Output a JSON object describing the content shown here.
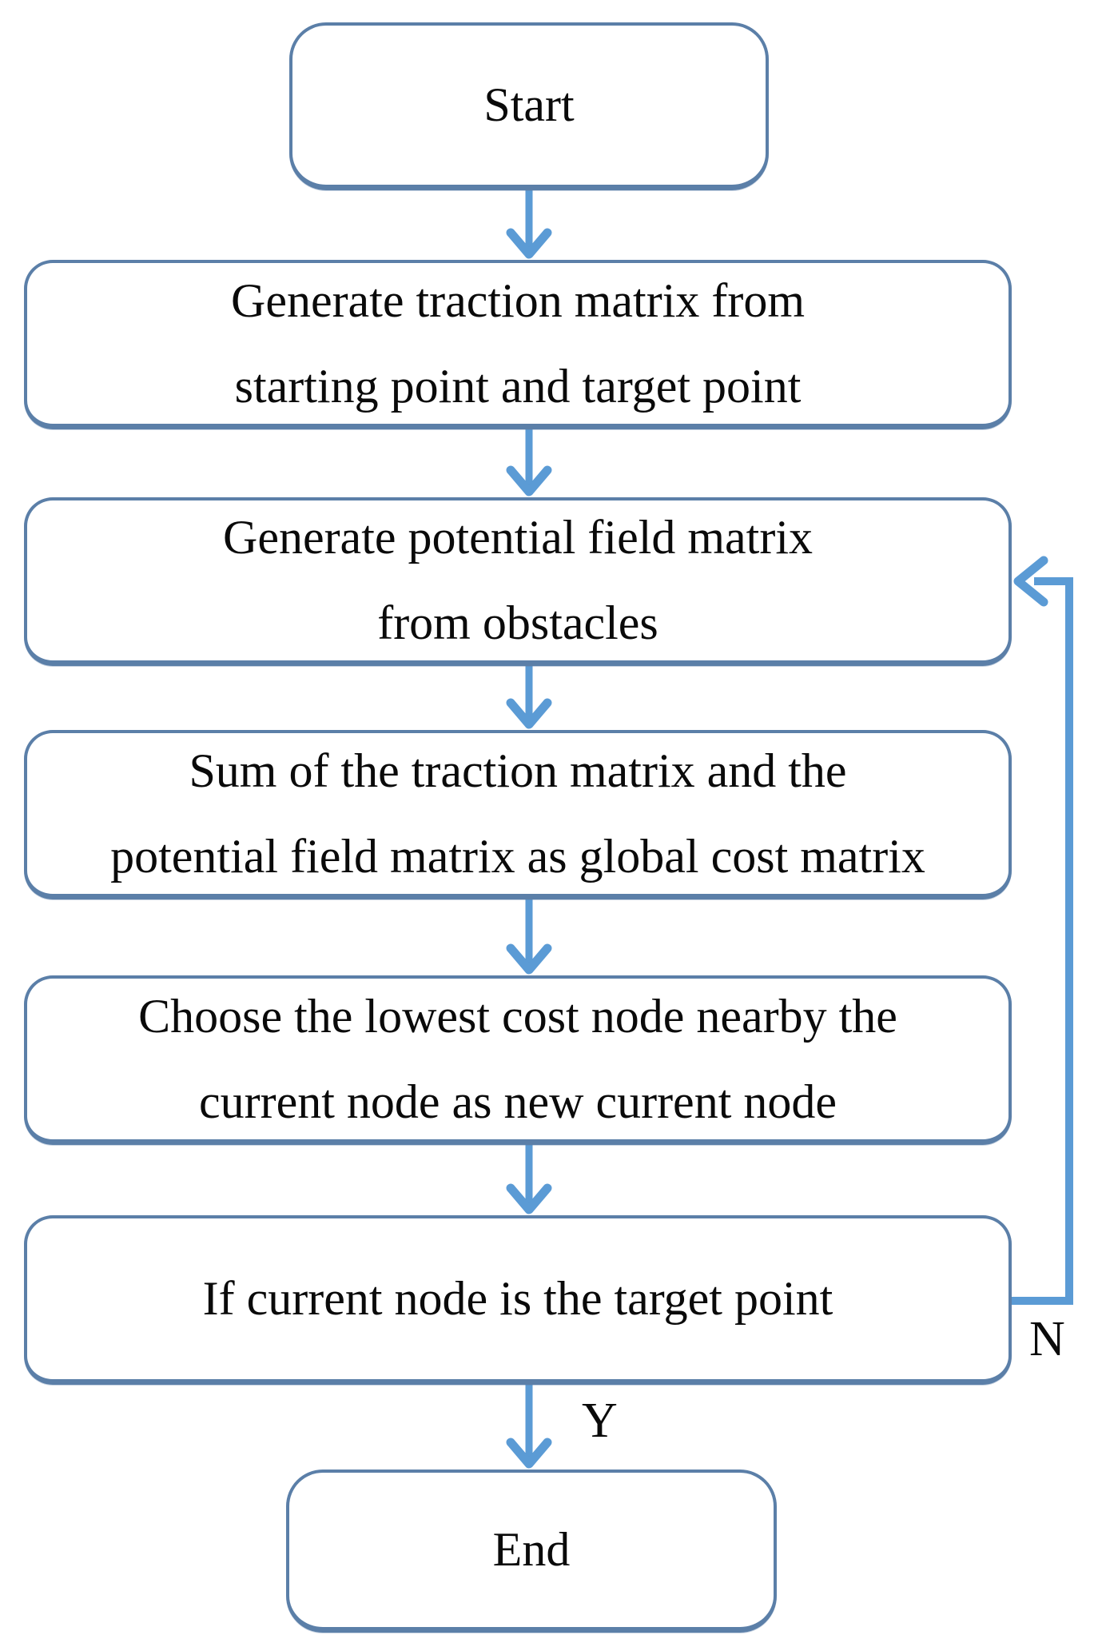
{
  "diagram": {
    "type": "flowchart",
    "colors": {
      "box_border": "#5b7fa8",
      "arrow": "#5b9bd5",
      "text": "#0a0a0a",
      "background": "#ffffff"
    },
    "nodes": [
      {
        "id": "start",
        "type": "terminal",
        "label": "Start"
      },
      {
        "id": "traction-matrix",
        "type": "process",
        "label": "Generate traction matrix from\nstarting point and target point"
      },
      {
        "id": "potential-field-matrix",
        "type": "process",
        "label": "Generate potential field matrix\nfrom obstacles"
      },
      {
        "id": "global-cost-matrix",
        "type": "process",
        "label": "Sum of the traction matrix and the\npotential field matrix as global cost matrix"
      },
      {
        "id": "choose-lowest-cost-node",
        "type": "process",
        "label": "Choose the lowest cost node nearby the\ncurrent node as new current node"
      },
      {
        "id": "target-check",
        "type": "decision",
        "label": "If current node is the target point"
      },
      {
        "id": "end",
        "type": "terminal",
        "label": "End"
      }
    ],
    "branch_labels": {
      "yes": "Y",
      "no": "N"
    },
    "edges": [
      {
        "from": "start",
        "to": "traction-matrix",
        "label": ""
      },
      {
        "from": "traction-matrix",
        "to": "potential-field-matrix",
        "label": ""
      },
      {
        "from": "potential-field-matrix",
        "to": "global-cost-matrix",
        "label": ""
      },
      {
        "from": "global-cost-matrix",
        "to": "choose-lowest-cost-node",
        "label": ""
      },
      {
        "from": "choose-lowest-cost-node",
        "to": "target-check",
        "label": ""
      },
      {
        "from": "target-check",
        "to": "end",
        "label": "Y"
      },
      {
        "from": "target-check",
        "to": "potential-field-matrix",
        "label": "N"
      }
    ]
  }
}
